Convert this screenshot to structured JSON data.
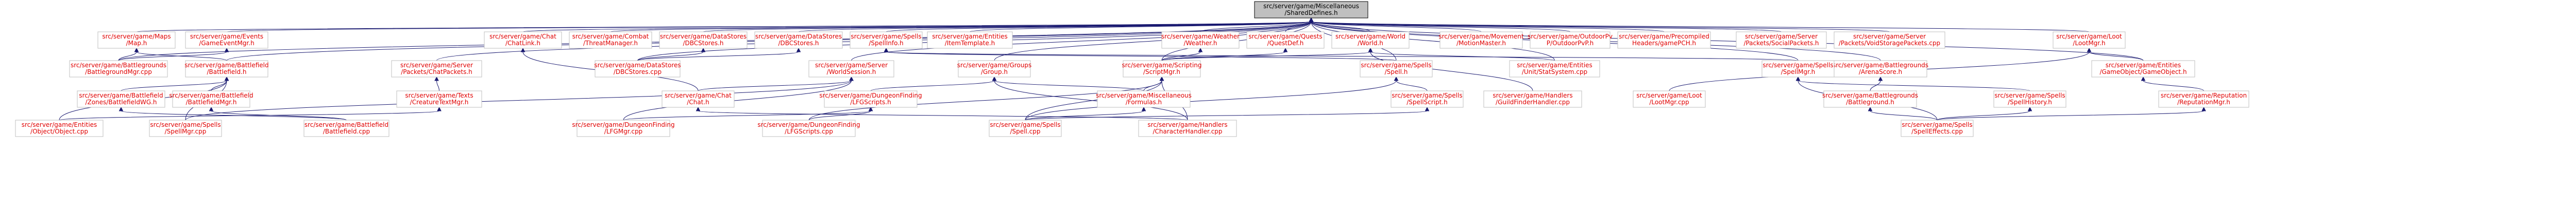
{
  "colors": {
    "edge": "#191970",
    "link_text": "#e00000",
    "root_fill": "#bfbfbf",
    "link_border": "#bfbfbf"
  },
  "nodes": [
    {
      "id": "root",
      "lines": [
        "src/server/game/Miscellaneous",
        "/SharedDefines.h"
      ],
      "style": "root"
    },
    {
      "id": "maps",
      "lines": [
        "src/server/game/Maps",
        "/Map.h"
      ],
      "style": "link"
    },
    {
      "id": "events",
      "lines": [
        "src/server/game/Events",
        "/GameEventMgr.h"
      ],
      "style": "link"
    },
    {
      "id": "chatlink",
      "lines": [
        "src/server/game/Chat",
        "/ChatLink.h"
      ],
      "style": "link"
    },
    {
      "id": "combat",
      "lines": [
        "src/server/game/Combat",
        "/ThreatManager.h"
      ],
      "style": "link"
    },
    {
      "id": "dsh",
      "lines": [
        "src/server/game/DataStores",
        "/DBCStores.h"
      ],
      "style": "link"
    },
    {
      "id": "dsh2",
      "lines": [
        "src/server/game/DataStores",
        "/DBCStores.h"
      ],
      "style": "link"
    },
    {
      "id": "spellinfo",
      "lines": [
        "src/server/game/Spells",
        "/SpellInfo.h"
      ],
      "style": "link"
    },
    {
      "id": "itemtpl",
      "lines": [
        "src/server/game/Entities",
        "/ItemTemplate.h"
      ],
      "style": "link"
    },
    {
      "id": "weather",
      "lines": [
        "src/server/game/Weather",
        "/Weather.h"
      ],
      "style": "link"
    },
    {
      "id": "questdef",
      "lines": [
        "src/server/game/Quests",
        "/QuestDef.h"
      ],
      "style": "link"
    },
    {
      "id": "world",
      "lines": [
        "src/server/game/World",
        "/World.h"
      ],
      "style": "link"
    },
    {
      "id": "movement",
      "lines": [
        "src/server/game/Movement",
        "/MotionMaster.h"
      ],
      "style": "link"
    },
    {
      "id": "outdoorpvp",
      "lines": [
        "src/server/game/OutdoorPv",
        "P/OutdoorPvP.h"
      ],
      "style": "link"
    },
    {
      "id": "precompiled",
      "lines": [
        "src/server/game/Precompiled",
        "Headers/gamePCH.h"
      ],
      "style": "link"
    },
    {
      "id": "socialpackets",
      "lines": [
        "src/server/game/Server",
        "/Packets/SocialPackets.h"
      ],
      "style": "link"
    },
    {
      "id": "voidstorage",
      "lines": [
        "src/server/game/Server",
        "/Packets/VoidStoragePackets.cpp"
      ],
      "style": "link"
    },
    {
      "id": "lootmgrh",
      "lines": [
        "src/server/game/Loot",
        "/LootMgr.h"
      ],
      "style": "link"
    },
    {
      "id": "bgmgrh",
      "lines": [
        "src/server/game/Battlegrounds",
        "/BattlegroundMgr.cpp"
      ],
      "style": "link"
    },
    {
      "id": "bfh",
      "lines": [
        "src/server/game/Battlefield",
        "/Battlefield.h"
      ],
      "style": "link"
    },
    {
      "id": "chatlinkcpp",
      "lines": [
        "src/server/game/Server",
        "/Packets/ChatPackets.h"
      ],
      "style": "link"
    },
    {
      "id": "dbccpp",
      "lines": [
        "src/server/game/DataStores",
        "/DBCStores.cpp"
      ],
      "style": "link"
    },
    {
      "id": "servericon",
      "lines": [
        "src/server/game/Server",
        "/WorldSession.h"
      ],
      "style": "link"
    },
    {
      "id": "groups",
      "lines": [
        "src/server/game/Groups",
        "/Group.h"
      ],
      "style": "link"
    },
    {
      "id": "scripting",
      "lines": [
        "src/server/game/Scripting",
        "/ScriptMgr.h"
      ],
      "style": "link"
    },
    {
      "id": "spellsh",
      "lines": [
        "src/server/game/Spells",
        "/Spell.h"
      ],
      "style": "link"
    },
    {
      "id": "unitstat",
      "lines": [
        "src/server/game/Entities",
        "/Unit/StatSystem.cpp"
      ],
      "style": "link"
    },
    {
      "id": "arenateam",
      "lines": [
        "src/server/game/Battlegrounds",
        "/ArenaScore.h"
      ],
      "style": "link"
    },
    {
      "id": "spellmgr",
      "lines": [
        "src/server/game/Spells",
        "/SpellMgr.h"
      ],
      "style": "link"
    },
    {
      "id": "gameobject",
      "lines": [
        "src/server/game/Entities",
        "/GameObject/GameObject.h"
      ],
      "style": "link"
    },
    {
      "id": "bfzones",
      "lines": [
        "src/server/game/Battlefield",
        "/Zones/BattlefieldWG.h"
      ],
      "style": "link"
    },
    {
      "id": "bfmgr",
      "lines": [
        "src/server/game/Battlefield",
        "/BattlefieldMgr.h"
      ],
      "style": "link"
    },
    {
      "id": "creaturetext",
      "lines": [
        "src/server/game/Texts",
        "/CreatureTextMgr.h"
      ],
      "style": "link"
    },
    {
      "id": "chath",
      "lines": [
        "src/server/game/Chat",
        "/Chat.h"
      ],
      "style": "link"
    },
    {
      "id": "dungeonfinding",
      "lines": [
        "src/server/game/DungeonFinding",
        "/LFGScripts.h"
      ],
      "style": "link"
    },
    {
      "id": "miscformulas",
      "lines": [
        "src/server/game/Miscellaneous",
        "/Formulas.h"
      ],
      "style": "link"
    },
    {
      "id": "spellscript",
      "lines": [
        "src/server/game/Spells",
        "/SpellScript.h"
      ],
      "style": "link"
    },
    {
      "id": "guildfinder",
      "lines": [
        "src/server/game/Handlers",
        "/GuildFinderHandler.cpp"
      ],
      "style": "link"
    },
    {
      "id": "lootmgrcpp",
      "lines": [
        "src/server/game/Loot",
        "/LootMgr.cpp"
      ],
      "style": "link"
    },
    {
      "id": "bgh",
      "lines": [
        "src/server/game/Battlegrounds",
        "/Battleground.h"
      ],
      "style": "link"
    },
    {
      "id": "spellhistory",
      "lines": [
        "src/server/game/Spells",
        "/SpellHistory.h"
      ],
      "style": "link"
    },
    {
      "id": "reputation",
      "lines": [
        "src/server/game/Reputation",
        "/ReputationMgr.h"
      ],
      "style": "link"
    },
    {
      "id": "objectcpp",
      "lines": [
        "src/server/game/Entities",
        "/Object/Object.cpp"
      ],
      "style": "link"
    },
    {
      "id": "spellmgrcpp",
      "lines": [
        "src/server/game/Spells",
        "/SpellMgr.cpp"
      ],
      "style": "link"
    },
    {
      "id": "bfcpp",
      "lines": [
        "src/server/game/Battlefield",
        "/Battlefield.cpp"
      ],
      "style": "link"
    },
    {
      "id": "lfgmgr",
      "lines": [
        "src/server/game/DungeonFinding",
        "/LFGMgr.cpp"
      ],
      "style": "link"
    },
    {
      "id": "lfgscripts",
      "lines": [
        "src/server/game/DungeonFinding",
        "/LFGScripts.cpp"
      ],
      "style": "link"
    },
    {
      "id": "spellcpp",
      "lines": [
        "src/server/game/Spells",
        "/Spell.cpp"
      ],
      "style": "link"
    },
    {
      "id": "charhandler",
      "lines": [
        "src/server/game/Handlers",
        "/CharacterHandler.cpp"
      ],
      "style": "link"
    },
    {
      "id": "spelleffects",
      "lines": [
        "src/server/game/Spells",
        "/SpellEffects.cpp"
      ],
      "style": "link"
    }
  ]
}
